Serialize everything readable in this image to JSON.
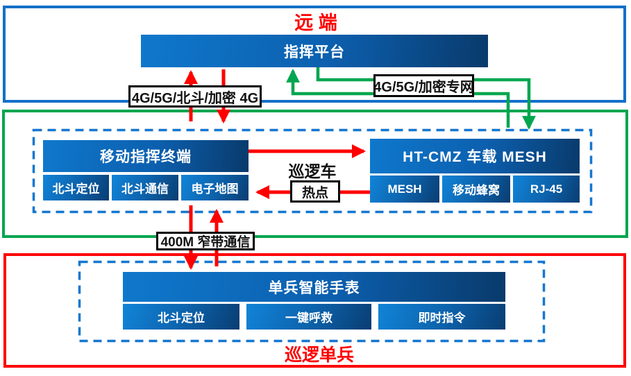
{
  "colors": {
    "section_blue": "#1470c8",
    "section_green": "#00a64f",
    "section_red": "#fe0000",
    "dashed_blue": "#1577d0",
    "box_gradient_start": "#0f78cc",
    "box_gradient_end": "#093a6b",
    "sub_gradient_start": "#1184d8",
    "sub_gradient_mid": "#0d64ae",
    "sub_gradient_end": "#093d72",
    "label_border": "#000000",
    "label_bg": "#ffffff",
    "text_white": "#ffffff",
    "text_black": "#111111"
  },
  "remote": {
    "title": "远  端",
    "platform": "指挥平台"
  },
  "links": {
    "uplink": "4G/5G/北斗/加密 4G",
    "vpn": "4G/5G/加密专网",
    "narrowband": "400M 窄带通信",
    "patrol_car": "巡逻车",
    "hotspot": "热点"
  },
  "vehicle": {
    "terminal": {
      "title": "移动指挥终端",
      "features": [
        "北斗定位",
        "北斗通信",
        "电子地图"
      ]
    },
    "mesh": {
      "title": "HT-CMZ 车载 MESH",
      "features": [
        "MESH",
        "移动蜂窝",
        "RJ-45"
      ]
    }
  },
  "soldier": {
    "watch": {
      "title": "单兵智能手表",
      "features": [
        "北斗定位",
        "一键呼救",
        "即时指令"
      ]
    },
    "title": "巡逻单兵"
  }
}
